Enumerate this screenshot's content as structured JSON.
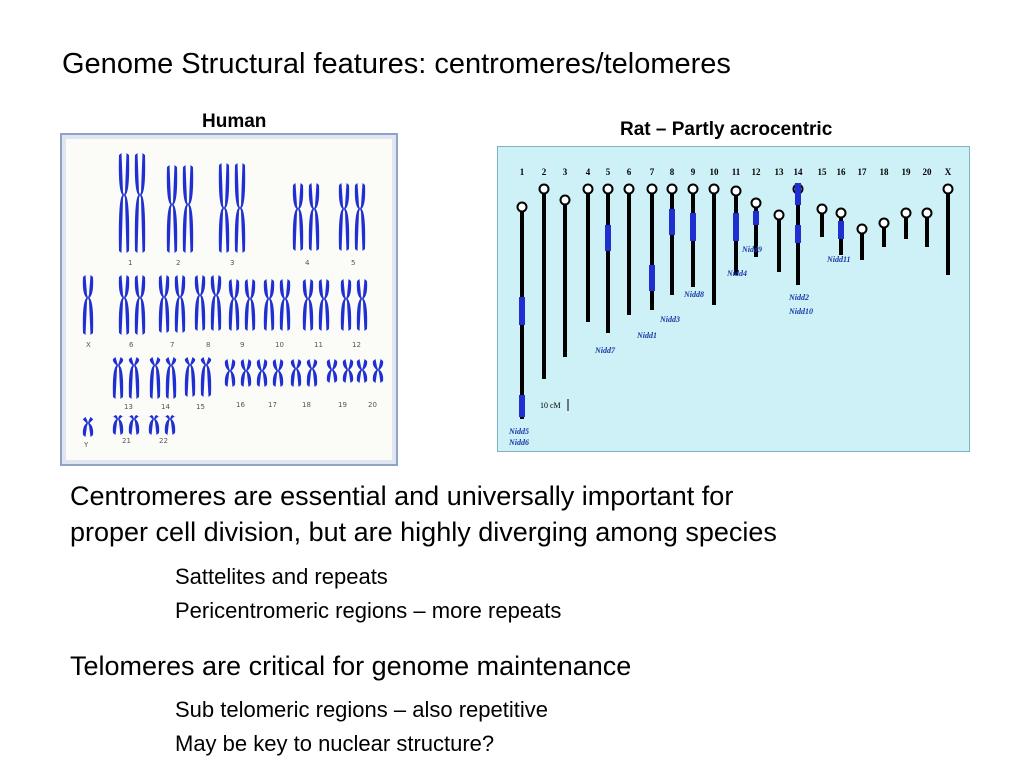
{
  "slide": {
    "title": "Genome Structural features: centromeres/telomeres"
  },
  "human_panel": {
    "caption": "Human",
    "labels": [
      "1",
      "2",
      "3",
      "4",
      "5",
      "X",
      "6",
      "7",
      "8",
      "9",
      "10",
      "11",
      "12",
      "13",
      "14",
      "15",
      "16",
      "17",
      "18",
      "19",
      "20",
      "Y",
      "21",
      "22"
    ]
  },
  "rat_panel": {
    "caption": "Rat – Partly acrocentric",
    "chromosomes": [
      "1",
      "2",
      "3",
      "4",
      "5",
      "6",
      "7",
      "8",
      "9",
      "10",
      "11",
      "12",
      "13",
      "14",
      "15",
      "16",
      "17",
      "18",
      "19",
      "20",
      "X"
    ],
    "loci": [
      "Nidd9",
      "Nidd4",
      "Nidd8",
      "Nidd11",
      "Nidd2",
      "Nidd10",
      "Nidd3",
      "Nidd1",
      "Nidd7",
      "Nidd5",
      "Nidd6"
    ],
    "scale_label": "10 cM"
  },
  "body": {
    "centromeres": {
      "main_line1": "Centromeres are essential and universally important for",
      "main_line2": "proper cell division, but are highly diverging among species",
      "sub1": "Sattelites and repeats",
      "sub2": "Pericentromeric regions – more repeats"
    },
    "telomeres": {
      "main": "Telomeres are critical for genome maintenance",
      "sub1": "Sub telomeric regions – also repetitive",
      "sub2": "May be key to nuclear structure?"
    }
  },
  "colors": {
    "chromosome_blue": "#1f2fd1",
    "rat_background": "#cdf1f7",
    "locus_blue": "#1a3aa5"
  }
}
